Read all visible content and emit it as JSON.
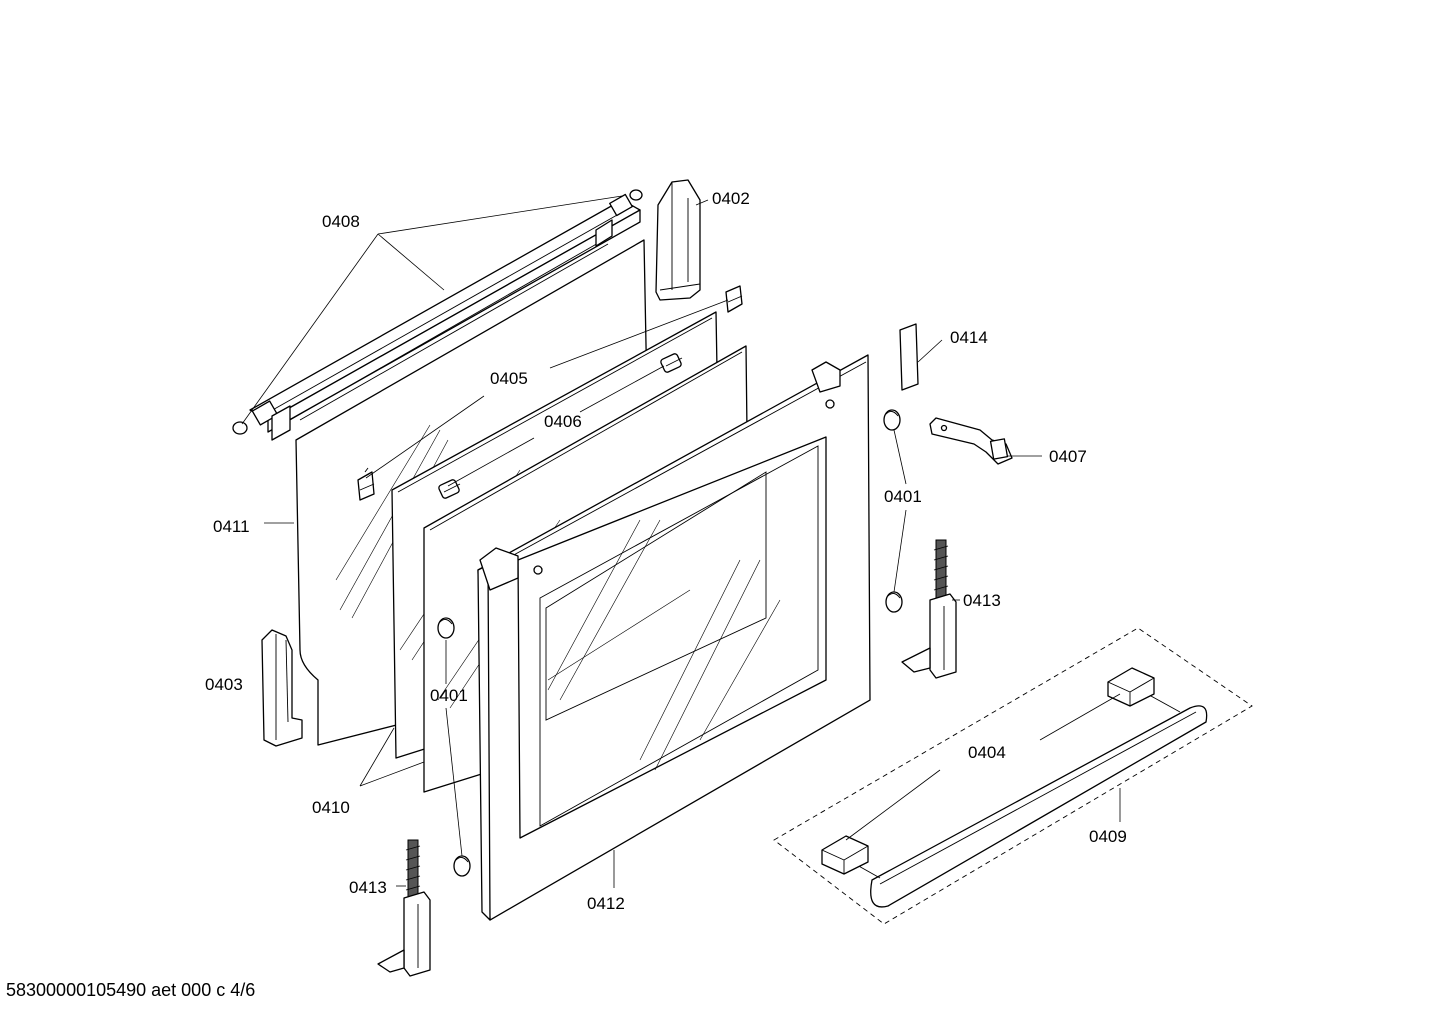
{
  "labels": {
    "p0401a": "0401",
    "p0401b": "0401",
    "p0402": "0402",
    "p0403": "0403",
    "p0404": "0404",
    "p0405": "0405",
    "p0406": "0406",
    "p0407": "0407",
    "p0408": "0408",
    "p0409": "0409",
    "p0410": "0410",
    "p0411": "0411",
    "p0412": "0412",
    "p0413a": "0413",
    "p0413b": "0413",
    "p0414": "0414"
  },
  "footer": "58300000105490 aet 000 c 4/6"
}
